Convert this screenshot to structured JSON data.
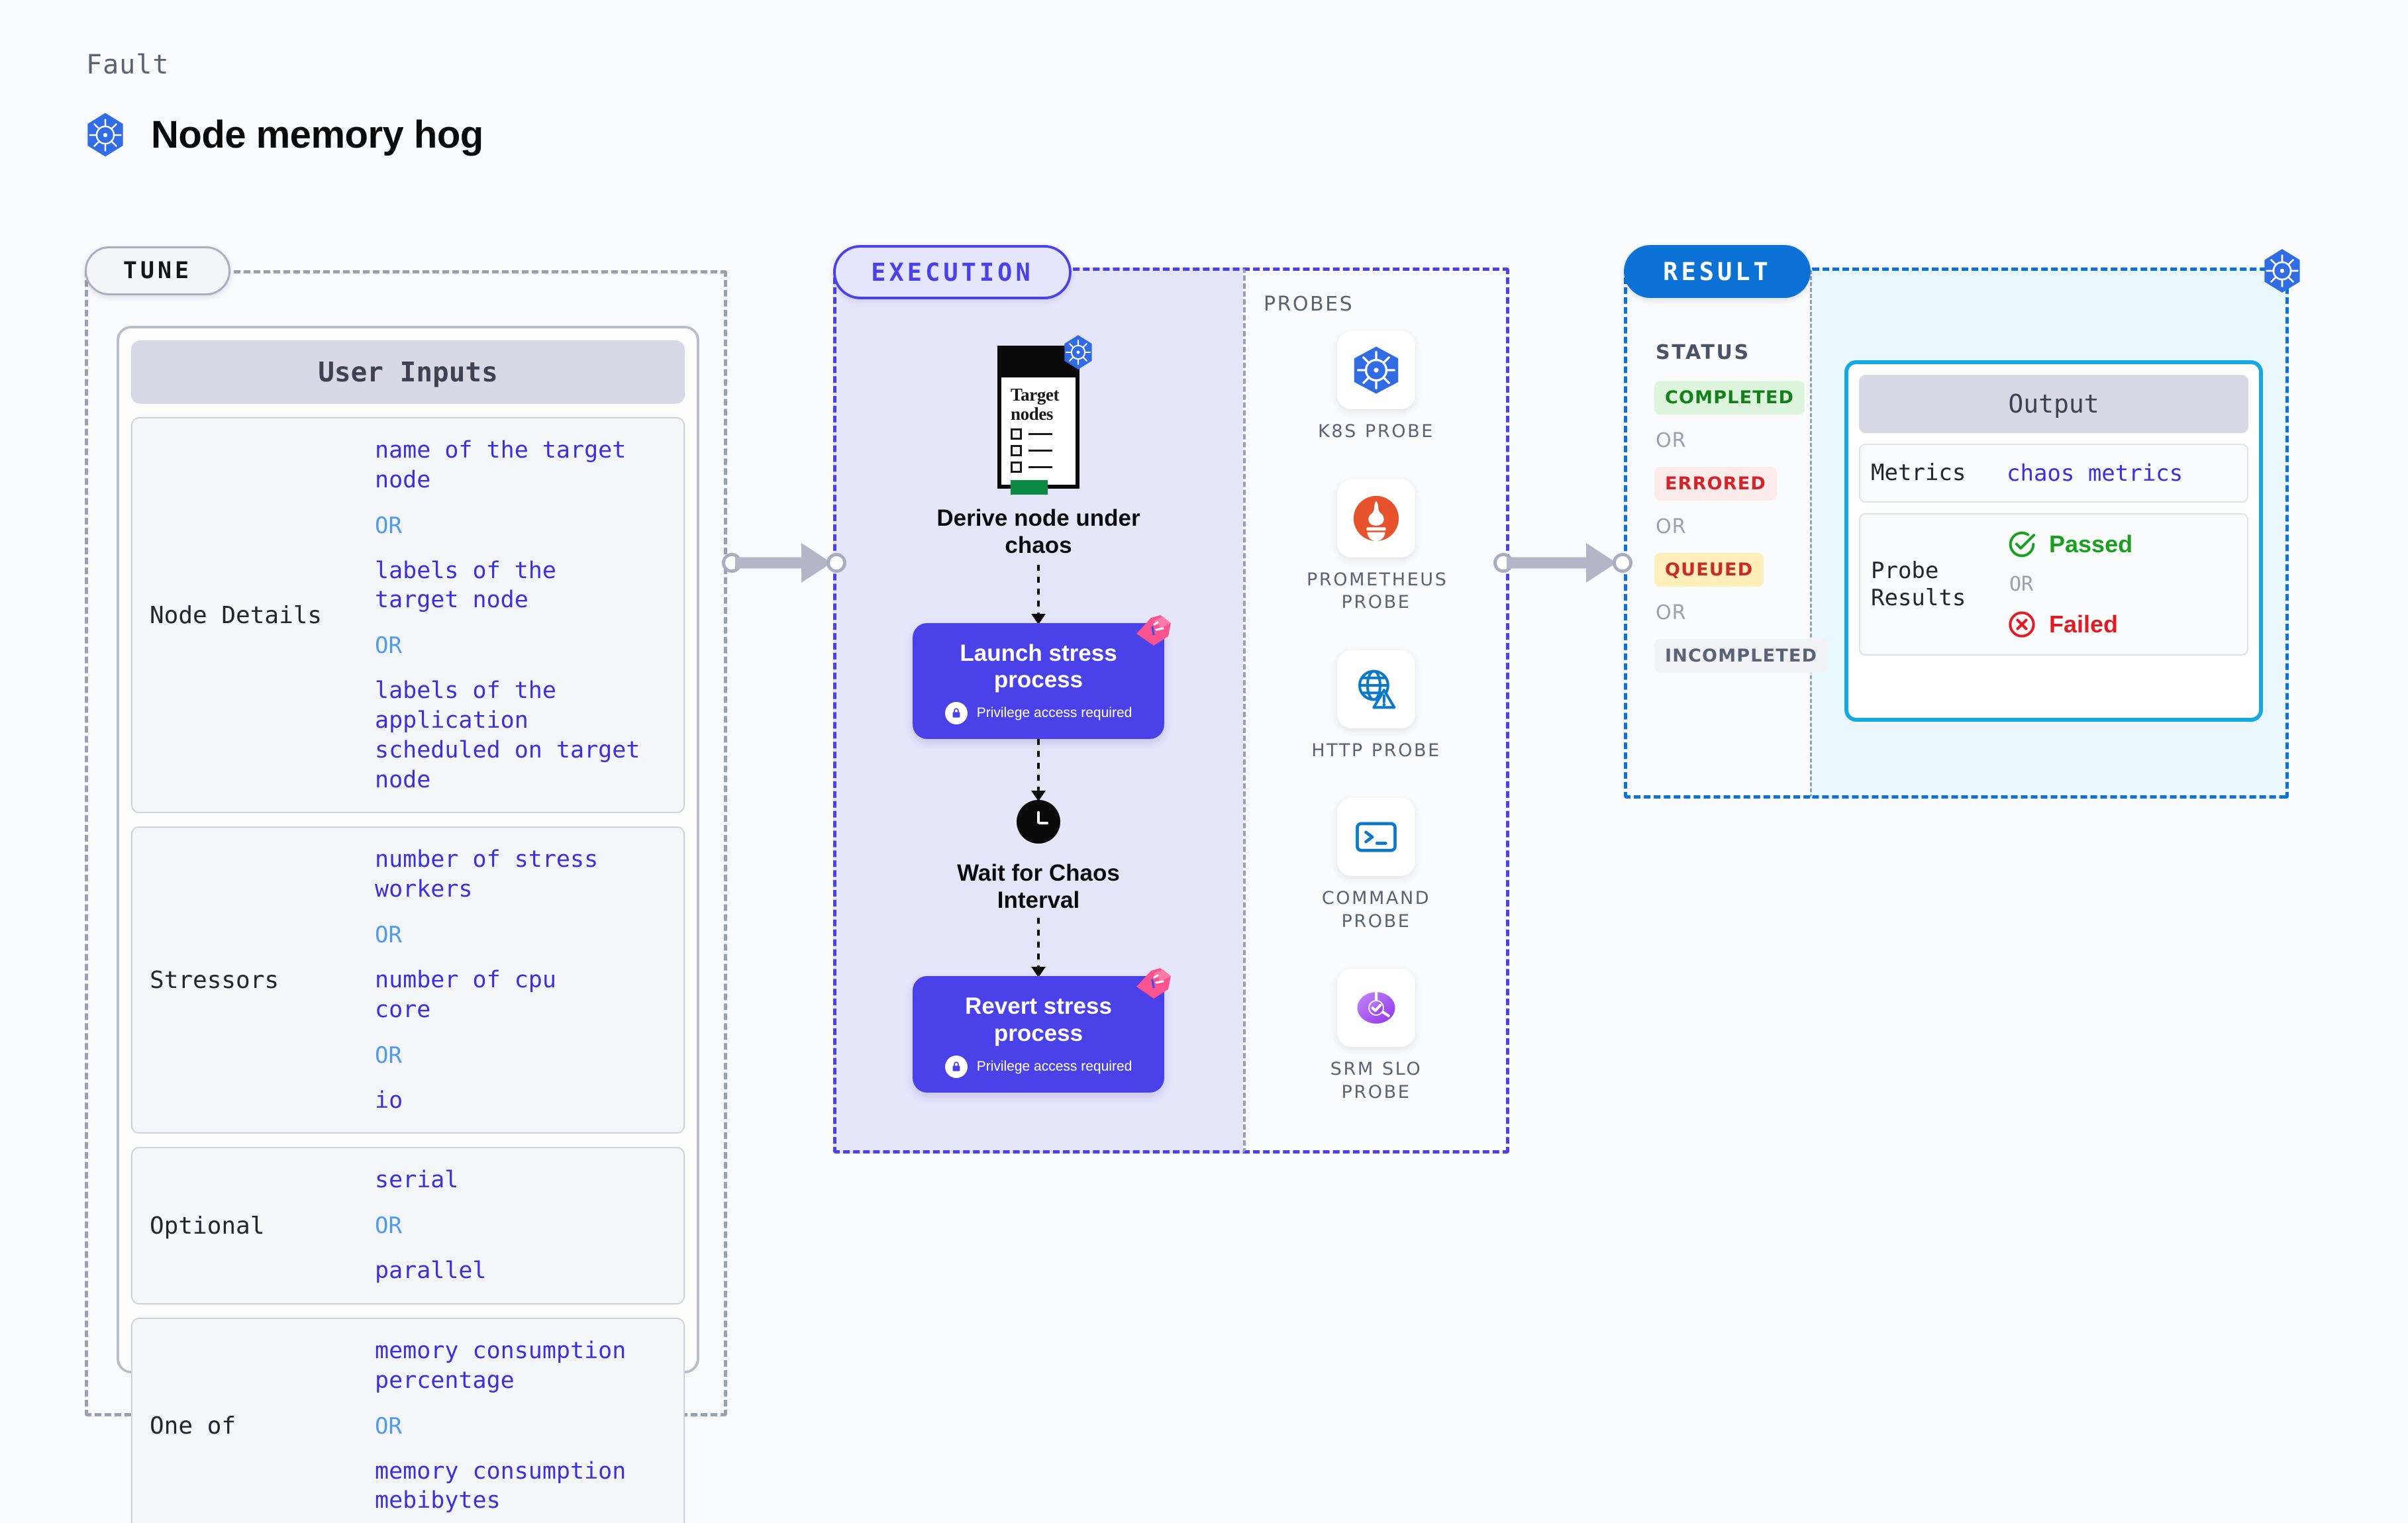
{
  "header": {
    "eyebrow": "Fault",
    "title": "Node memory hog",
    "logo_icon": "kubernetes-icon"
  },
  "tune": {
    "pill_label": "TUNE",
    "card_title": "User Inputs",
    "groups": [
      {
        "label": "Node Details",
        "items": [
          "name of the target\nnode",
          "labels of the\ntarget node",
          "labels of the application\n scheduled on target node"
        ],
        "separator": "OR"
      },
      {
        "label": "Stressors",
        "items": [
          "number of stress\nworkers",
          "number of cpu\ncore",
          "io"
        ],
        "separator": "OR"
      },
      {
        "label": "Optional",
        "items": [
          "serial",
          "parallel"
        ],
        "separator": "OR"
      },
      {
        "label": "One of",
        "items": [
          "memory consumption\npercentage",
          "memory consumption\nmebibytes"
        ],
        "separator": "OR"
      }
    ]
  },
  "execution": {
    "pill_label": "EXECUTION",
    "steps": [
      {
        "kind": "document",
        "doc_title": "Target\nnodes",
        "caption": "Derive node under\nchaos",
        "badge_icon": "kubernetes-icon"
      },
      {
        "kind": "action",
        "title": "Launch stress\nprocess",
        "note": "Privilege access required",
        "note_icon": "lock-icon",
        "ribbon_icon": "ribbon-icon"
      },
      {
        "kind": "wait",
        "icon": "clock-icon",
        "caption": "Wait for Chaos\nInterval"
      },
      {
        "kind": "action",
        "title": "Revert stress\nprocess",
        "note": "Privilege access required",
        "note_icon": "lock-icon",
        "ribbon_icon": "ribbon-icon"
      }
    ]
  },
  "probes": {
    "title": "PROBES",
    "items": [
      {
        "name": "K8S PROBE",
        "icon": "kubernetes-icon"
      },
      {
        "name": "PROMETHEUS\nPROBE",
        "icon": "prometheus-icon"
      },
      {
        "name": "HTTP PROBE",
        "icon": "globe-warning-icon"
      },
      {
        "name": "COMMAND\nPROBE",
        "icon": "terminal-icon"
      },
      {
        "name": "SRM SLO\nPROBE",
        "icon": "slo-donut-icon"
      }
    ]
  },
  "result": {
    "pill_label": "RESULT",
    "status_title": "STATUS",
    "separator": "OR",
    "statuses": [
      {
        "label": "COMPLETED",
        "bg": "#dcf5dc",
        "fg": "#15801b"
      },
      {
        "label": "ERRORED",
        "bg": "#fcebeb",
        "fg": "#d1252a"
      },
      {
        "label": "QUEUED",
        "bg": "#fdeeba",
        "fg": "#c92a2a"
      },
      {
        "label": "INCOMPLETED",
        "bg": "#f1f2f6",
        "fg": "#5b6275"
      }
    ],
    "badge_icon": "kubernetes-icon"
  },
  "output": {
    "title": "Output",
    "rows": [
      {
        "label": "Metrics",
        "value": "chaos metrics"
      }
    ],
    "probe_results": {
      "label": "Probe\nResults",
      "passed": "Passed",
      "failed": "Failed",
      "separator": "OR",
      "passed_icon": "check-circle-icon",
      "failed_icon": "x-circle-icon",
      "passed_color": "#18a01e",
      "failed_color": "#e01b24"
    }
  },
  "colors": {
    "accent_purple": "#4b41e8",
    "accent_blue": "#0d72d6",
    "accent_cyan": "#14a9e0",
    "k8s_blue": "#326ce5",
    "value_text": "#3c2fe0",
    "or_text": "#4f9bf0"
  }
}
